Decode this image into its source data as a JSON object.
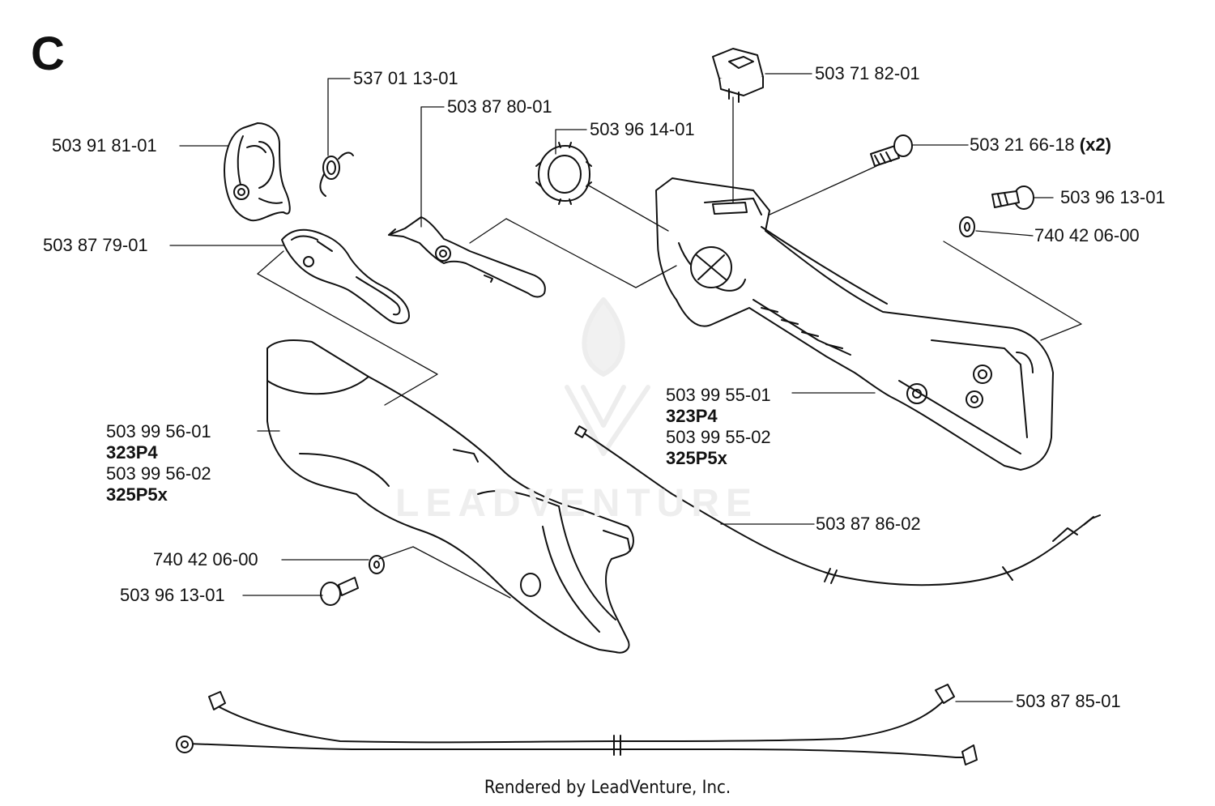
{
  "section": "C",
  "callouts": {
    "p53701": {
      "part": "537 01 13-01"
    },
    "p5038780": {
      "part": "503 87 80-01"
    },
    "p5039614": {
      "part": "503 96 14-01"
    },
    "p5037182": {
      "part": "503 71 82-01"
    },
    "p5039181": {
      "part": "503 91 81-01"
    },
    "p5032166": {
      "part": "503 21 66-18",
      "qty": "(x2)"
    },
    "p5039613a": {
      "part": "503 96 13-01"
    },
    "p7404206a": {
      "part": "740 42 06-00"
    },
    "p5038779": {
      "part": "503 87 79-01"
    },
    "p5039955": {
      "part1": "503 99 55-01",
      "model1": "323P4",
      "part2": "503 99 55-02",
      "model2": "325P5x"
    },
    "p5039956": {
      "part1": "503 99 56-01",
      "model1": "323P4",
      "part2": "503 99 56-02",
      "model2": "325P5x"
    },
    "p5038786": {
      "part": "503 87 86-02"
    },
    "p7404206b": {
      "part": "740 42 06-00"
    },
    "p5039613b": {
      "part": "503 96 13-01"
    },
    "p5038785": {
      "part": "503 87 85-01"
    }
  },
  "watermark": "LEADVENTURE",
  "footer": "Rendered by LeadVenture, Inc.",
  "colors": {
    "ink": "#111111",
    "watermark": "#eeeeee"
  }
}
